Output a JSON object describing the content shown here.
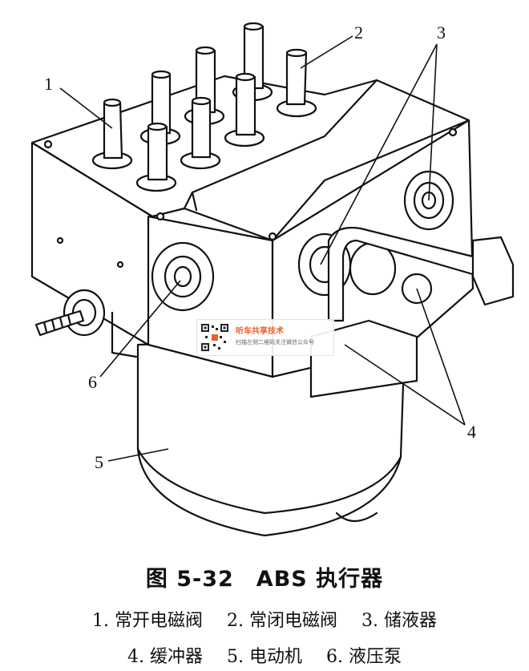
{
  "callouts": [
    "1",
    "2",
    "3",
    "4",
    "5",
    "6"
  ],
  "caption": {
    "title": "图 5-32　ABS 执行器",
    "legend": [
      "1. 常开电磁阀",
      "2. 常闭电磁阀",
      "3. 储液器",
      "4. 缓冲器",
      "5. 电动机",
      "6. 液压泵"
    ]
  },
  "watermark": {
    "title": "听车共享技术",
    "subtitle": "扫描左侧二维码关注微信公众号"
  }
}
